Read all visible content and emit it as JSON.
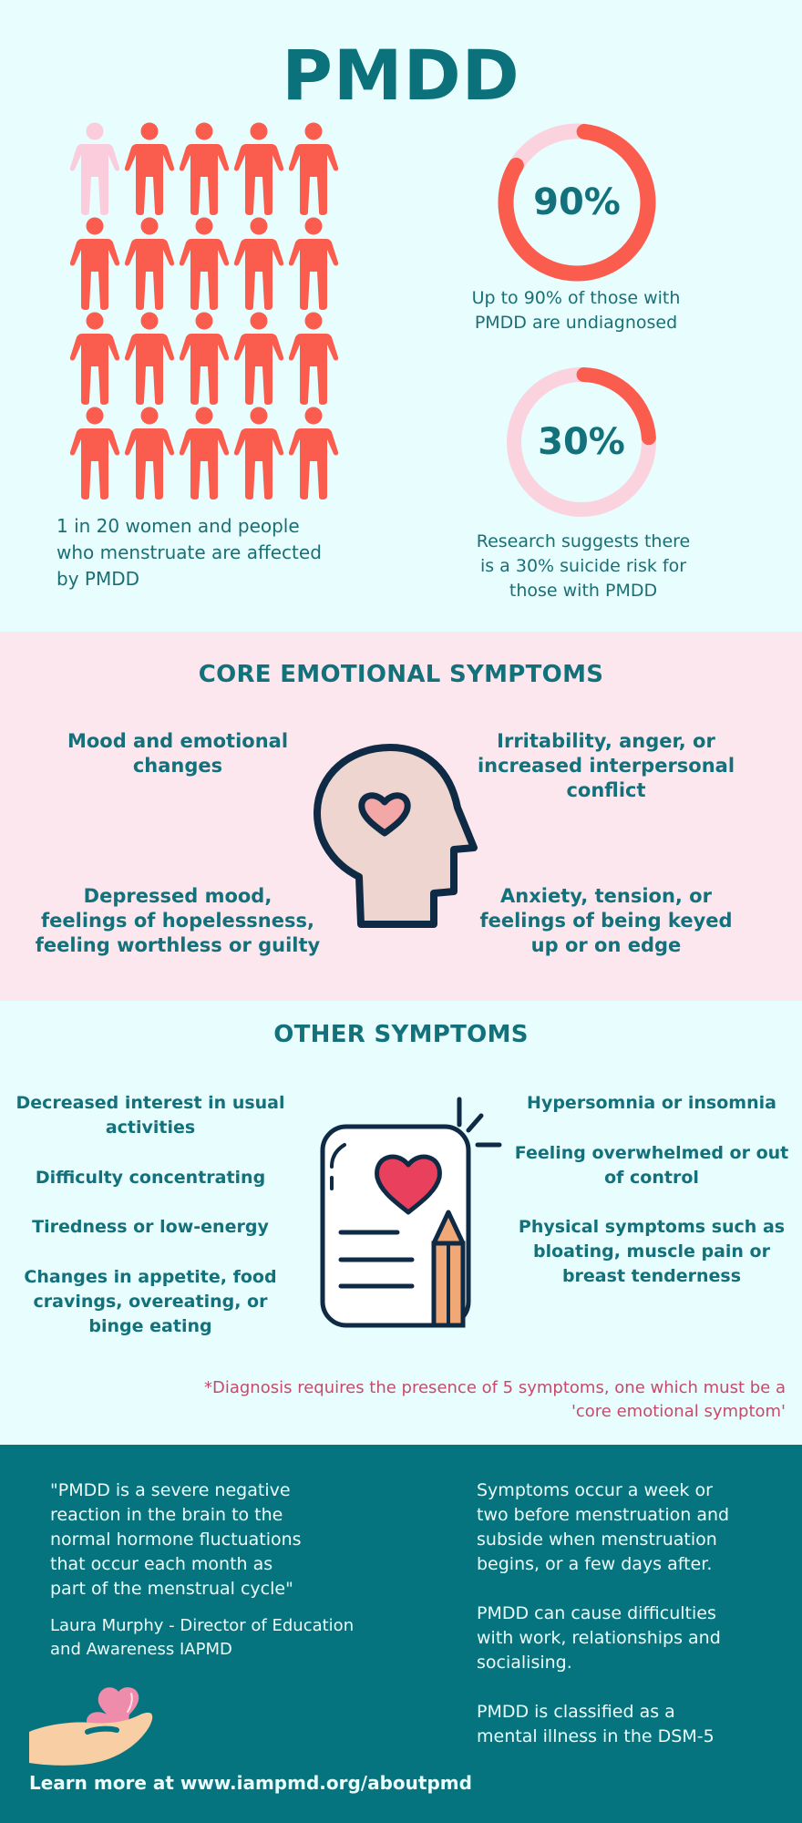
{
  "title": "PMDD",
  "colors": {
    "teal_text": "#0b717b",
    "coral": "#fa5c4d",
    "light_pink": "#fbccdb",
    "bg_mint": "#e8fdfd",
    "bg_pink": "#fde7ee",
    "footer_teal": "#06747e",
    "footnote_pink": "#c84a6b"
  },
  "prevalence": {
    "icon_count": 20,
    "highlighted_count": 1,
    "text": "1 in 20 women and people who menstruate are affected by PMDD",
    "lines": [
      "1 in 20 women and people",
      "who menstruate are affected",
      "by PMDD"
    ]
  },
  "stats": [
    {
      "value": "90%",
      "percent": 90,
      "lines": [
        "Up to 90% of those with",
        "PMDD are undiagnosed"
      ]
    },
    {
      "value": "30%",
      "percent": 30,
      "lines": [
        "Research suggests there",
        "is a 30% suicide risk for",
        "those with PMDD"
      ]
    }
  ],
  "core": {
    "heading": "CORE EMOTIONAL SYMPTOMS",
    "items": [
      {
        "lines": [
          "Mood and emotional",
          "changes"
        ]
      },
      {
        "lines": [
          "Irritability, anger, or",
          "increased interpersonal",
          "conflict"
        ]
      },
      {
        "lines": [
          "Depressed mood,",
          "feelings of hopelessness,",
          "feeling worthless or guilty"
        ]
      },
      {
        "lines": [
          "Anxiety, tension, or",
          "feelings of being keyed",
          "up or on edge"
        ]
      }
    ]
  },
  "other": {
    "heading": "OTHER SYMPTOMS",
    "left": [
      {
        "lines": [
          "Decreased interest in usual",
          "activities"
        ]
      },
      {
        "lines": [
          "Difficulty concentrating"
        ]
      },
      {
        "lines": [
          "Tiredness or low-energy"
        ]
      },
      {
        "lines": [
          "Changes in appetite, food",
          "cravings, overeating, or",
          "binge eating"
        ]
      }
    ],
    "right": [
      {
        "lines": [
          "Hypersomnia or insomnia"
        ]
      },
      {
        "lines": [
          "Feeling overwhelmed or out",
          "of control"
        ]
      },
      {
        "lines": [
          "Physical symptoms such as",
          "bloating, muscle pain or",
          "breast tenderness"
        ]
      }
    ],
    "footnote_lines": [
      "*Diagnosis requires the presence of 5 symptoms, one which must be a",
      "'core emotional symptom'"
    ]
  },
  "footer": {
    "quote_lines": [
      "\"PMDD is a severe negative",
      "reaction in the brain to the",
      "normal hormone fluctuations",
      "that occur each month as",
      "part of the menstrual cycle\""
    ],
    "attribution_lines": [
      "Laura Murphy - Director of Education",
      "and Awareness IAPMD"
    ],
    "facts": [
      {
        "lines": [
          "Symptoms occur a week or",
          "two before menstruation and",
          "subside when menstruation",
          "begins, or a few days after."
        ]
      },
      {
        "lines": [
          "PMDD can cause difficulties",
          "with work, relationships and",
          "socialising."
        ]
      },
      {
        "lines": [
          "PMDD is classified as a",
          "mental illness in the DSM-5"
        ]
      }
    ],
    "learn_more": "Learn more at www.iampmd.org/aboutpmd"
  }
}
